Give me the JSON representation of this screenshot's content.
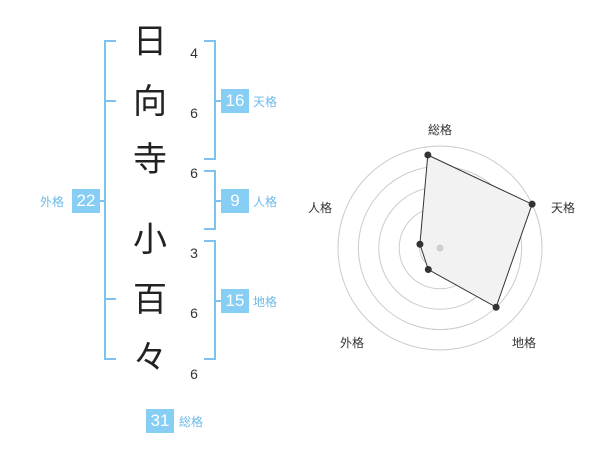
{
  "name_chars": [
    {
      "char": "日",
      "strokes": "4"
    },
    {
      "char": "向",
      "strokes": "6"
    },
    {
      "char": "寺",
      "strokes": "6"
    },
    {
      "char": "小",
      "strokes": "3"
    },
    {
      "char": "百",
      "strokes": "6"
    },
    {
      "char": "々",
      "strokes": "6"
    }
  ],
  "kaku": {
    "tenkaku": {
      "value": "16",
      "label": "天格"
    },
    "jinkaku": {
      "value": "9",
      "label": "人格"
    },
    "chikaku": {
      "value": "15",
      "label": "地格"
    },
    "gaikaku": {
      "value": "22",
      "label": "外格"
    },
    "soukaku": {
      "value": "31",
      "label": "総格"
    }
  },
  "colors": {
    "accent": "#86cef4",
    "bracket": "#7cc3ee",
    "radar_fill": "#f2f2f2",
    "ring": "#cccccc"
  },
  "chart_data": {
    "type": "radar",
    "axes": [
      "総格",
      "天格",
      "地格",
      "外格",
      "人格"
    ],
    "values": [
      4.6,
      5.0,
      4.0,
      1.2,
      1.0
    ],
    "range": [
      0,
      5
    ],
    "rings": 5
  }
}
